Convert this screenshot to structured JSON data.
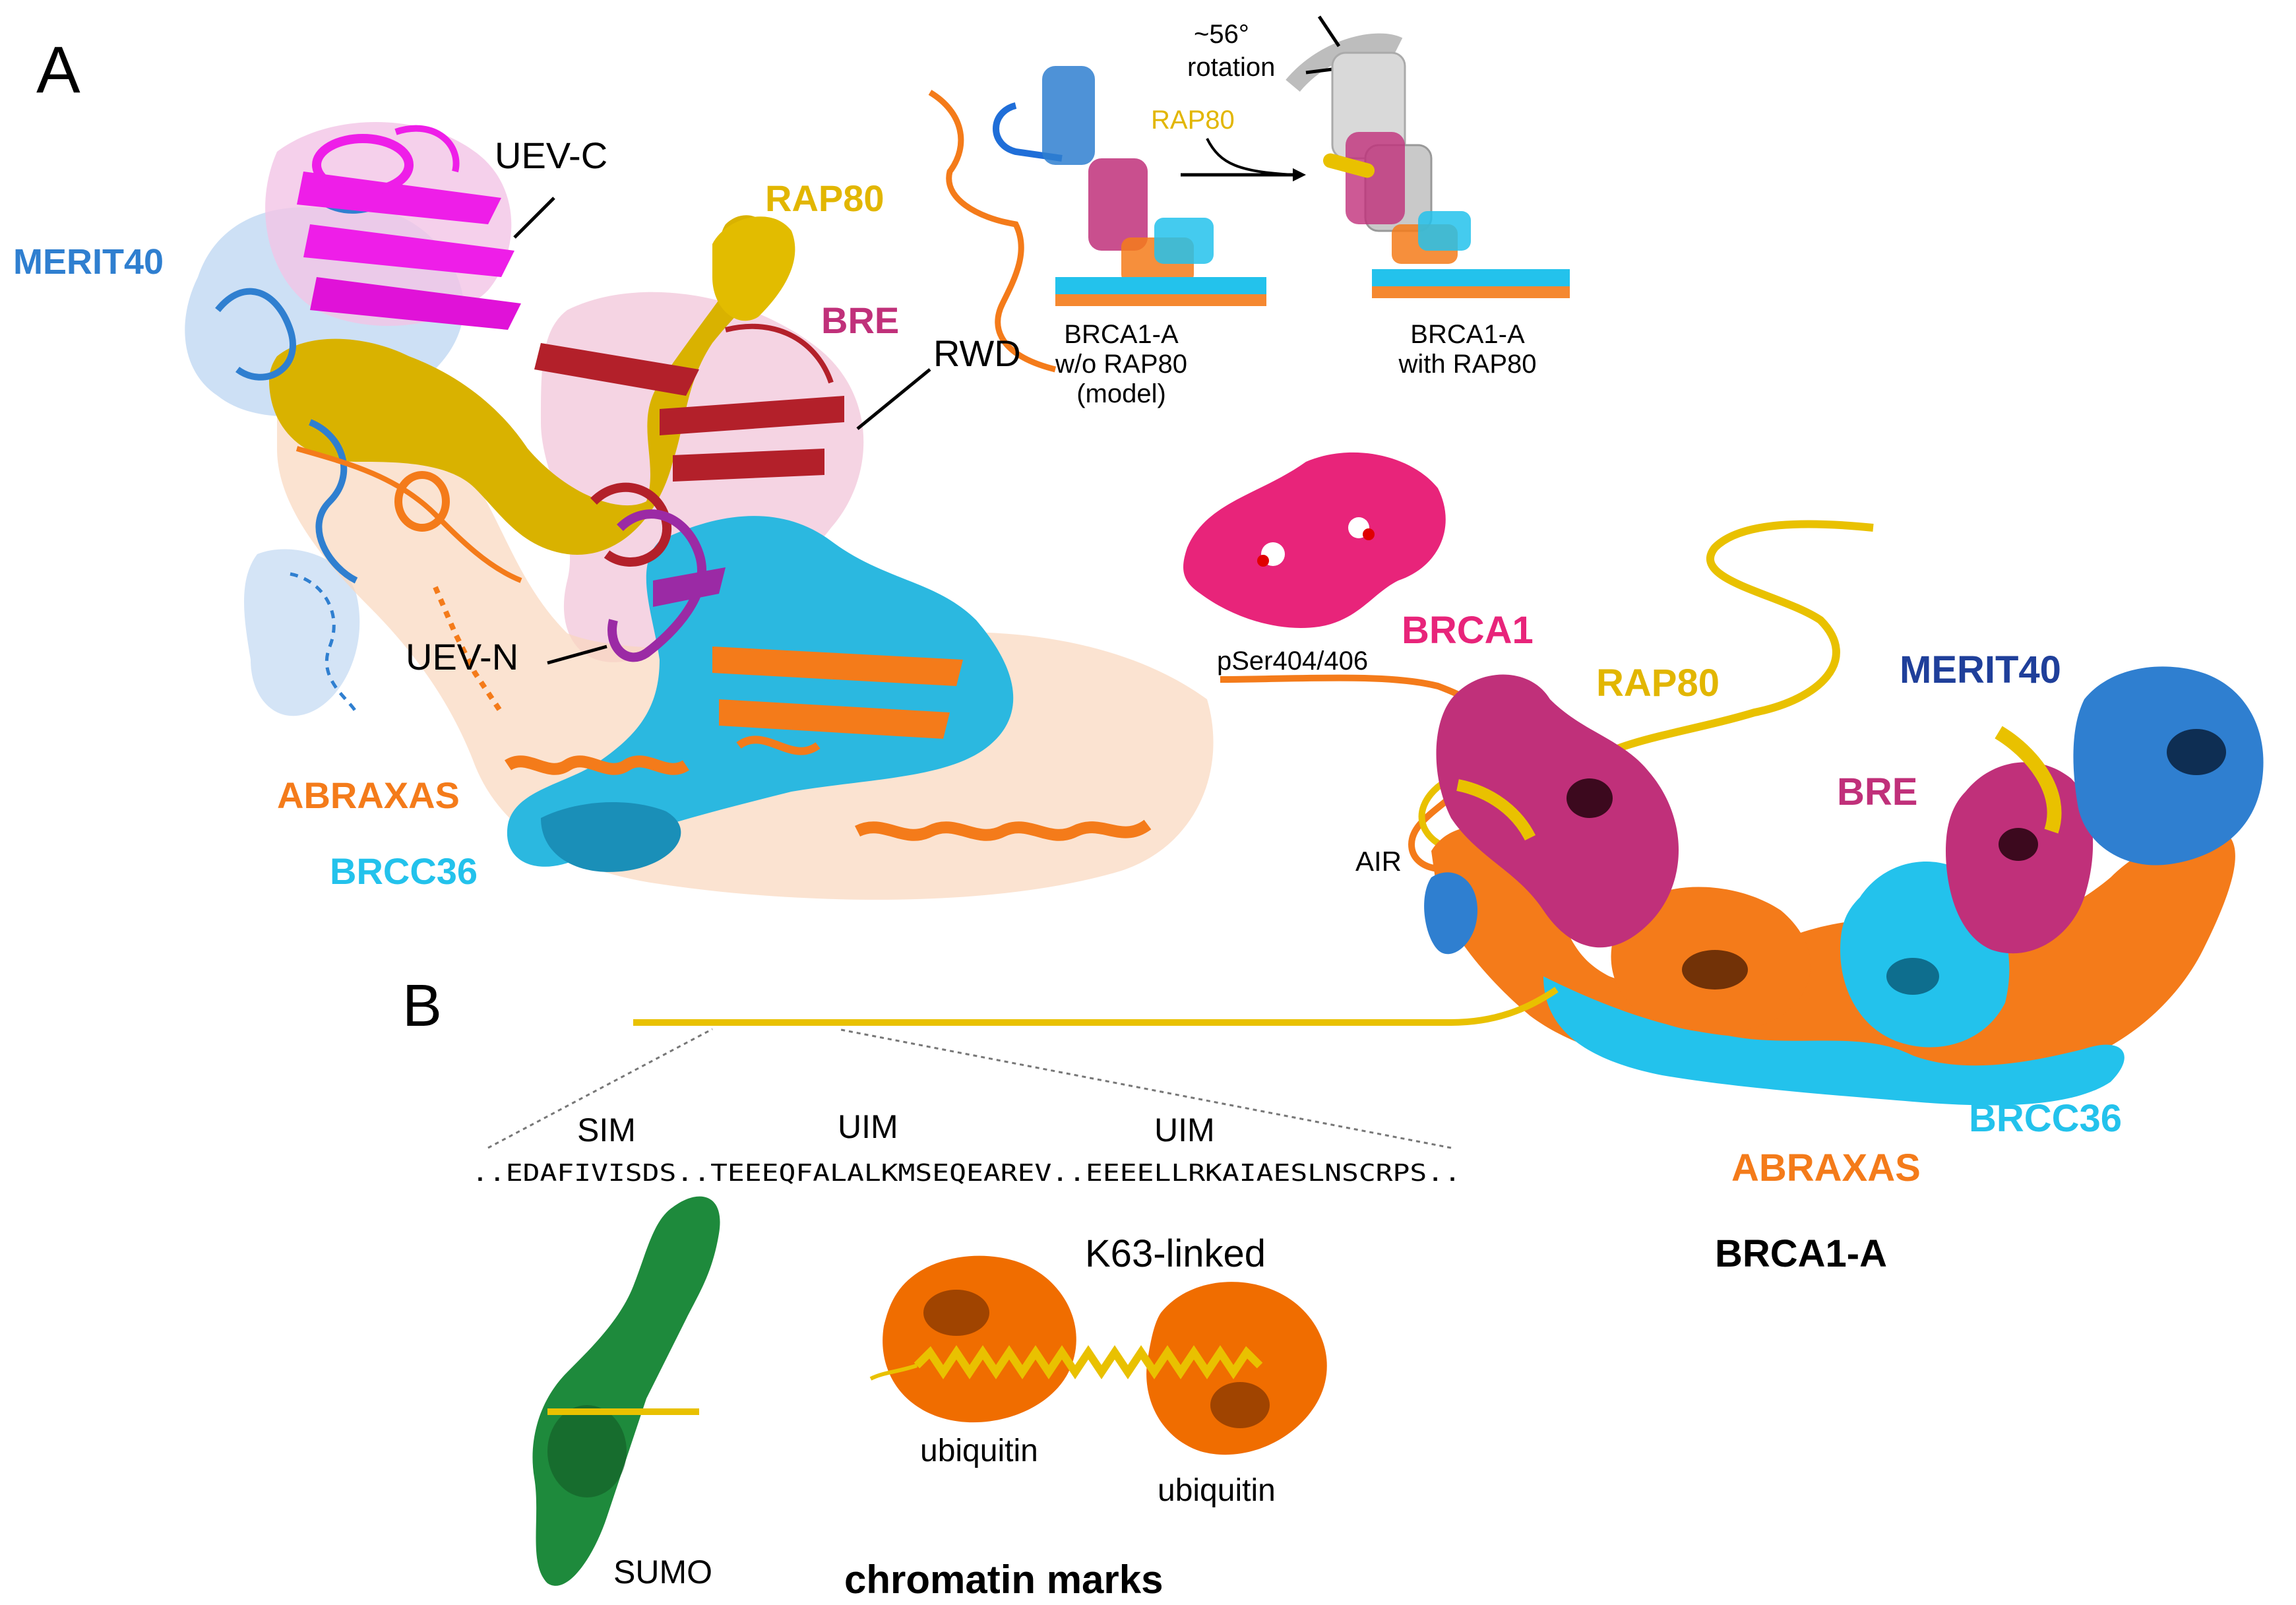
{
  "panels": {
    "a": "A",
    "b": "B"
  },
  "colors": {
    "merit40": "#2f7fd0",
    "merit40_dark": "#1f3f9a",
    "uevc": "#ee1ee8",
    "rap80": "#e9c100",
    "rap80_dark": "#c9a100",
    "bre": "#c0307a",
    "bre_dark": "#b3202a",
    "abraxas": "#f47b1a",
    "brcc36": "#23c2ec",
    "brca1": "#e8247a",
    "sumo": "#1e8a3c",
    "purple": "#9b2aa5"
  },
  "inset": {
    "rotation": "~56°",
    "rotation_word": "rotation",
    "rap80_label": "RAP80",
    "left_caption": [
      "BRCA1-A",
      "w/o RAP80",
      "(model)"
    ],
    "right_caption": [
      "BRCA1-A",
      "with RAP80"
    ]
  },
  "panel_a_labels": {
    "uevc": "UEV-C",
    "merit40": "MERIT40",
    "rap80": "RAP80",
    "bre": "BRE",
    "rwd": "RWD",
    "uevn": "UEV-N",
    "abraxas": "ABRAXAS",
    "brcc36": "BRCC36"
  },
  "complex_labels": {
    "pser": "pSer404/406",
    "brca1": "BRCA1",
    "rap80": "RAP80",
    "merit40": "MERIT40",
    "bre": "BRE",
    "air": "AIR",
    "brcc36": "BRCC36",
    "abraxas": "ABRAXAS",
    "complex_name": "BRCA1-A"
  },
  "panel_b": {
    "sim_label": "SIM",
    "uim1_label": "UIM",
    "uim2_label": "UIM",
    "sequence": "..EDAFIVISDS..TEEEQFALALKMSEQEAREV..EEEELLRKAIAESLNSCRPS..",
    "k63": "K63-linked",
    "ubiquitin1": "ubiquitin",
    "ubiquitin2": "ubiquitin",
    "sumo": "SUMO",
    "chromatin": "chromatin marks"
  }
}
